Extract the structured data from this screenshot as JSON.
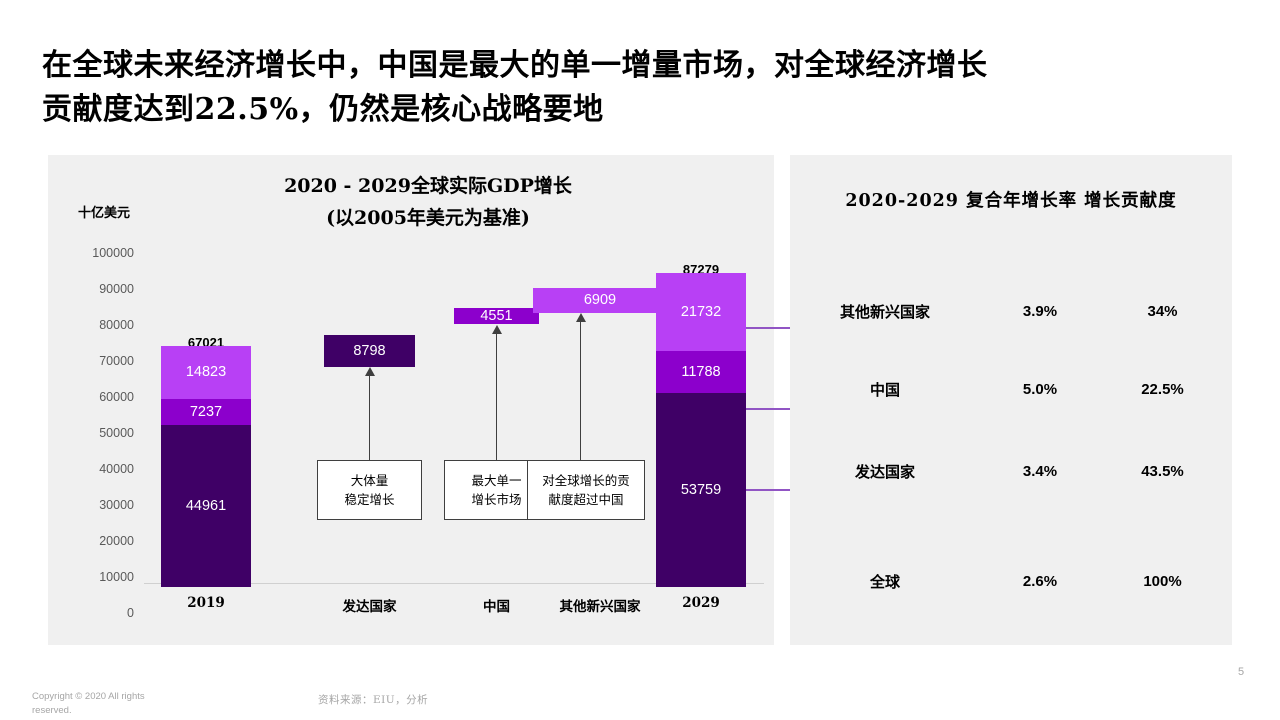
{
  "slide": {
    "title": "在全球未来经济增长中，中国是最大的单一增量市场，对全球经济增长\n贡献度达到22.5%，仍然是核心战略要地",
    "page_number": "5"
  },
  "footer": {
    "copyright": "Copyright © 2020  All rights reserved.",
    "source": "资料来源：EIU，分析"
  },
  "chart_panel": {
    "title": "2020 - 2029全球实际GDP增长\n(以2005年美元为基准)",
    "y_axis_unit": "十亿美元"
  },
  "table_panel": {
    "header": "2020-2029  复合年增长率  增长贡献度",
    "rows": [
      {
        "name": "其他新兴国家",
        "cagr": "3.9%",
        "contribution": "34%"
      },
      {
        "name": "中国",
        "cagr": "5.0%",
        "contribution": "22.5%"
      },
      {
        "name": "发达国家",
        "cagr": "3.4%",
        "contribution": "43.5%"
      },
      {
        "name": "全球",
        "cagr": "2.6%",
        "contribution": "100%"
      }
    ]
  },
  "callouts": [
    {
      "text": "大体量\n稳定增长"
    },
    {
      "text": "最大单一\n增长市场"
    },
    {
      "text": "对全球增长的贡\n献度超过中国"
    }
  ],
  "colors": {
    "dark_purple": "#3f0066",
    "mid_purple": "#8c00cc",
    "light_purple": "#b840f5",
    "panel_bg": "#f0f0f0",
    "connector": "#9155c4",
    "tick_text": "#595959",
    "footer_text": "#a6a6a6"
  },
  "chart_data": {
    "type": "bar",
    "subtype": "stacked-waterfall",
    "title": "2020 - 2029全球实际GDP增长 (以2005年美元为基准)",
    "xlabel": "",
    "ylabel": "十亿美元",
    "ylim": [
      0,
      100000
    ],
    "yticks": [
      0,
      10000,
      20000,
      30000,
      40000,
      50000,
      60000,
      70000,
      80000,
      90000,
      100000
    ],
    "ytick_labels": [
      "0",
      "10000",
      "20000",
      "30000",
      "40000",
      "50000",
      "60000",
      "70000",
      "80000",
      "90000",
      "100000"
    ],
    "grid": false,
    "legend": "none",
    "categories": [
      "2019",
      "发达国家",
      "中国",
      "其他新兴国家",
      "2029"
    ],
    "series": [
      {
        "name": "发达国家",
        "color": "#3f0066",
        "values": [
          44961,
          8798,
          null,
          null,
          53759
        ]
      },
      {
        "name": "中国",
        "color": "#8c00cc",
        "values": [
          7237,
          null,
          4551,
          null,
          11788
        ]
      },
      {
        "name": "其他新兴国家",
        "color": "#b840f5",
        "values": [
          14823,
          null,
          null,
          6909,
          21732
        ]
      }
    ],
    "bars": [
      {
        "category": "2019",
        "kind": "stacked",
        "total": 67021,
        "total_label": "67021",
        "segments": [
          {
            "label": "44961",
            "value": 44961,
            "base": 0,
            "color": "#3f0066"
          },
          {
            "label": "7237",
            "value": 7237,
            "base": 44961,
            "color": "#8c00cc"
          },
          {
            "label": "14823",
            "value": 14823,
            "base": 52198,
            "color": "#b840f5"
          }
        ]
      },
      {
        "category": "发达国家",
        "kind": "floating",
        "segments": [
          {
            "label": "8798",
            "value": 8798,
            "base": 67021,
            "color": "#3f0066"
          }
        ]
      },
      {
        "category": "中国",
        "kind": "floating",
        "segments": [
          {
            "label": "4551",
            "value": 4551,
            "base": 75819,
            "color": "#8c00cc"
          }
        ]
      },
      {
        "category": "其他新兴国家",
        "kind": "floating",
        "segments": [
          {
            "label": "6909",
            "value": 6909,
            "base": 80370,
            "color": "#b840f5"
          }
        ]
      },
      {
        "category": "2029",
        "kind": "stacked",
        "total": 87279,
        "total_label": "87279",
        "segments": [
          {
            "label": "53759",
            "value": 53759,
            "base": 0,
            "color": "#3f0066"
          },
          {
            "label": "11788",
            "value": 11788,
            "base": 53759,
            "color": "#8c00cc"
          },
          {
            "label": "21732",
            "value": 21732,
            "base": 65547,
            "color": "#b840f5"
          }
        ]
      }
    ],
    "annotations": [
      {
        "text": "大体量 稳定增长",
        "points_to": "发达国家"
      },
      {
        "text": "最大单一 增长市场",
        "points_to": "中国"
      },
      {
        "text": "对全球增长的贡献度超过中国",
        "points_to": "其他新兴国家"
      }
    ]
  }
}
